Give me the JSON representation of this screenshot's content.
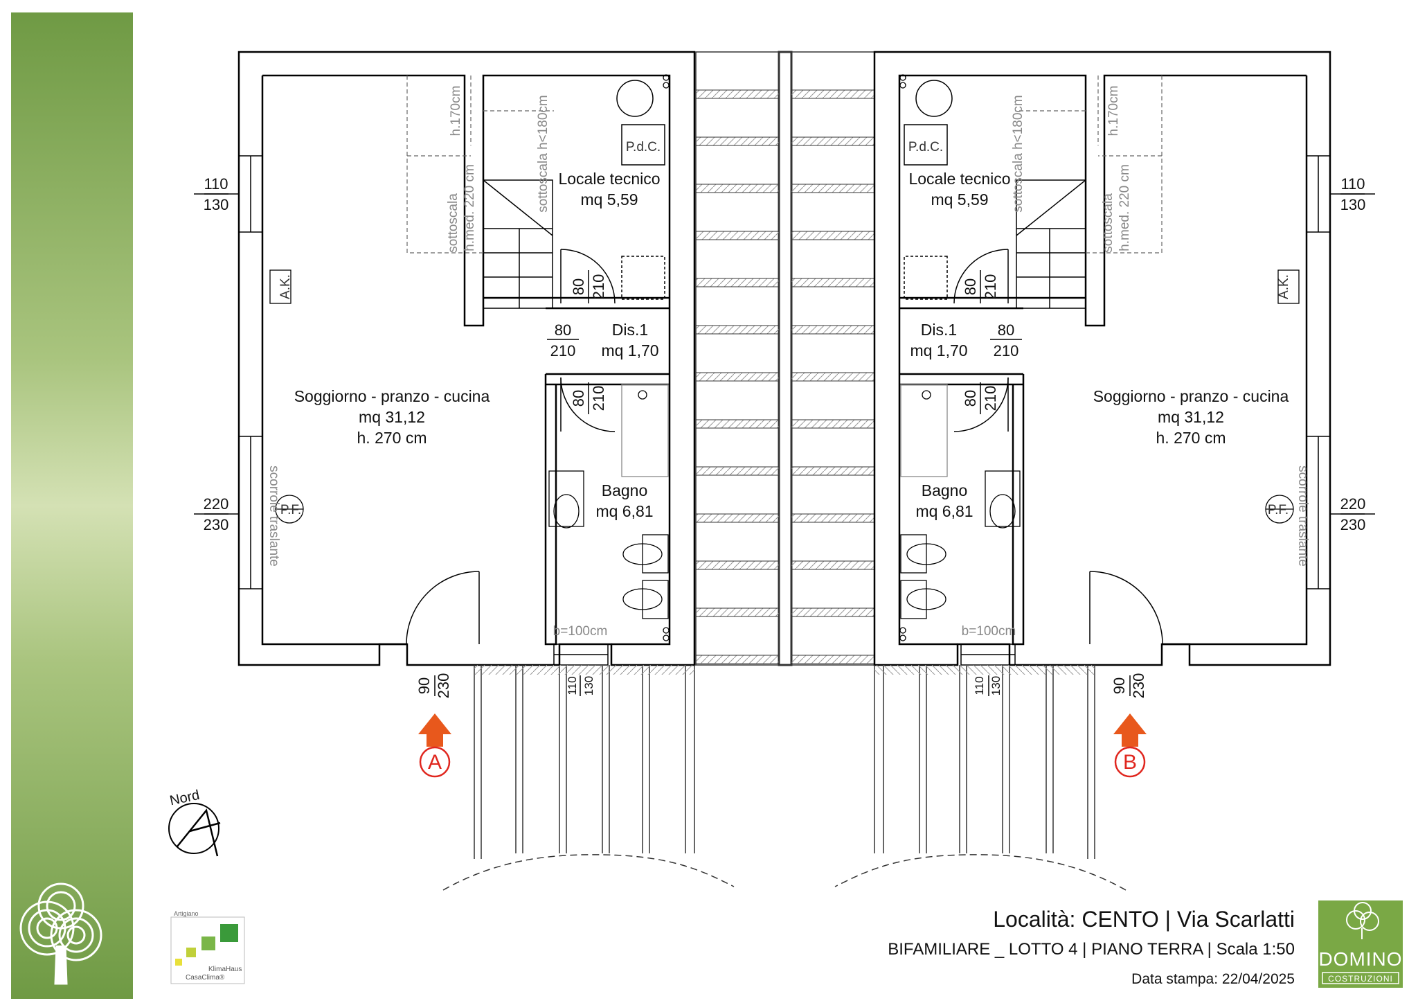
{
  "rooms": {
    "locale_tecnico": {
      "name": "Locale tecnico",
      "area": "mq 5,59"
    },
    "disimpegno": {
      "name": "Dis.1",
      "area": "mq 1,70"
    },
    "soggiorno": {
      "name": "Soggiorno - pranzo - cucina",
      "area": "mq 31,12",
      "height": "h. 270 cm"
    },
    "bagno": {
      "name": "Bagno",
      "area": "mq 6,81"
    }
  },
  "labels": {
    "pdc": "P.d.C.",
    "ak": "A.K.",
    "pf": "P.F.",
    "sottoscala_a": "sottoscala",
    "sottoscala_b": "h.med. 220 cm",
    "sottoscala_c": "sottoscala  h<180cm",
    "h170": "h.170cm",
    "scorrevole": "scorrole traslante",
    "shower_width": "b=100cm",
    "north": "Nord"
  },
  "dimensions": {
    "window_top_w": "110",
    "window_top_h": "130",
    "window_bottom_w": "220",
    "window_bottom_h": "230",
    "door_w": "80",
    "door_h": "210",
    "entry_w": "90",
    "entry_h": "230",
    "bath_window_w": "110",
    "bath_window_h": "130"
  },
  "entrances": {
    "left": "A",
    "right": "B"
  },
  "title_block": {
    "location": "Località:  CENTO | Via Scarlatti",
    "project": "BIFAMILIARE _ LOTTO 4  | PIANO TERRA  |  Scala 1:50",
    "print_date": "Data stampa: 22/04/2025"
  },
  "logos": {
    "klimahaus_top": "Artigiano",
    "klimahaus_1": "KlimaHaus",
    "klimahaus_2": "CasaClima®",
    "domino": "DOMINO",
    "costruzioni": "COSTRUZIONI"
  },
  "colors": {
    "accent_orange": "#e8581c",
    "marker_red": "#e0261e",
    "brand_green": "#7aa845"
  }
}
